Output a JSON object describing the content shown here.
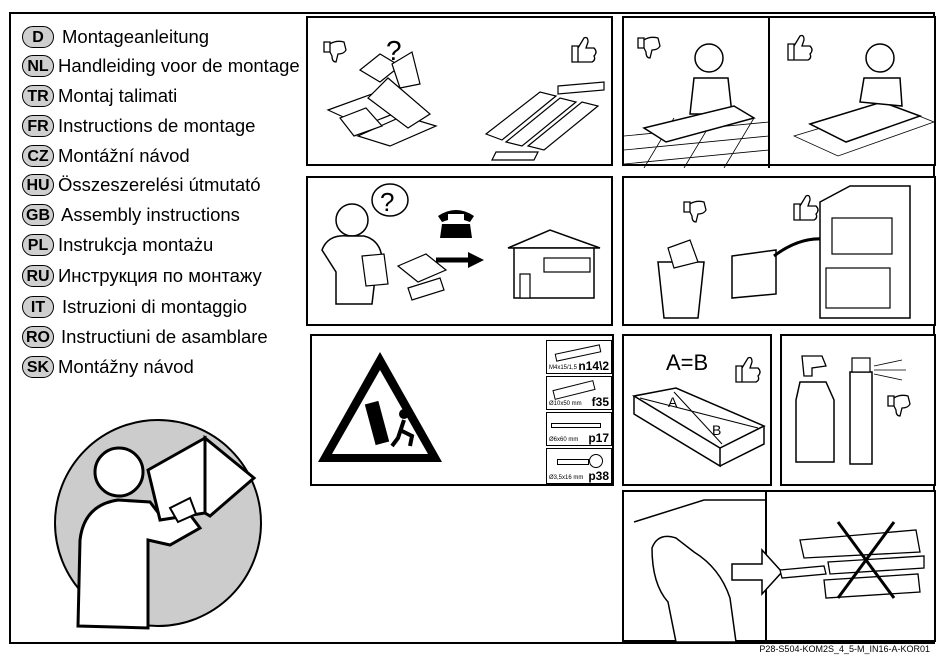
{
  "languages": [
    {
      "code": "D",
      "label": "Montageanleitung"
    },
    {
      "code": "NL",
      "label": "Handleiding voor de montage"
    },
    {
      "code": "TR",
      "label": "Montaj talimati"
    },
    {
      "code": "FR",
      "label": "Instructions de montage"
    },
    {
      "code": "CZ",
      "label": "Montážní návod"
    },
    {
      "code": "HU",
      "label": "Összeszerelési útmutató"
    },
    {
      "code": "GB",
      "label": "Assembly instructions"
    },
    {
      "code": "PL",
      "label": "Instrukcja montażu"
    },
    {
      "code": "RU",
      "label": "Инструкция по монтажу"
    },
    {
      "code": "IT",
      "label": "Istruzioni di montaggio"
    },
    {
      "code": "RO",
      "label": "Instructiuni de asamblare"
    },
    {
      "code": "SK",
      "label": "Montážny návod"
    }
  ],
  "parts": [
    {
      "label": "n14\\2",
      "size": "M4x15/1,5"
    },
    {
      "label": "f35",
      "size": "Ø10x50 mm"
    },
    {
      "label": "p17",
      "size": "Ø6x60 mm"
    },
    {
      "label": "p38",
      "size": "Ø3,5x16 mm"
    }
  ],
  "question_mark": "?",
  "equality": "A=B",
  "label_a": "A",
  "label_b": "B",
  "footer_code": "P28-S504-KOM2S_4_5-M_IN16-A-KOR01",
  "icons": [
    "thumbs-up-icon",
    "thumbs-down-icon",
    "telephone-icon",
    "arrow-right-icon",
    "warning-triangle-icon",
    "reading-person-icon",
    "cross-icon"
  ]
}
